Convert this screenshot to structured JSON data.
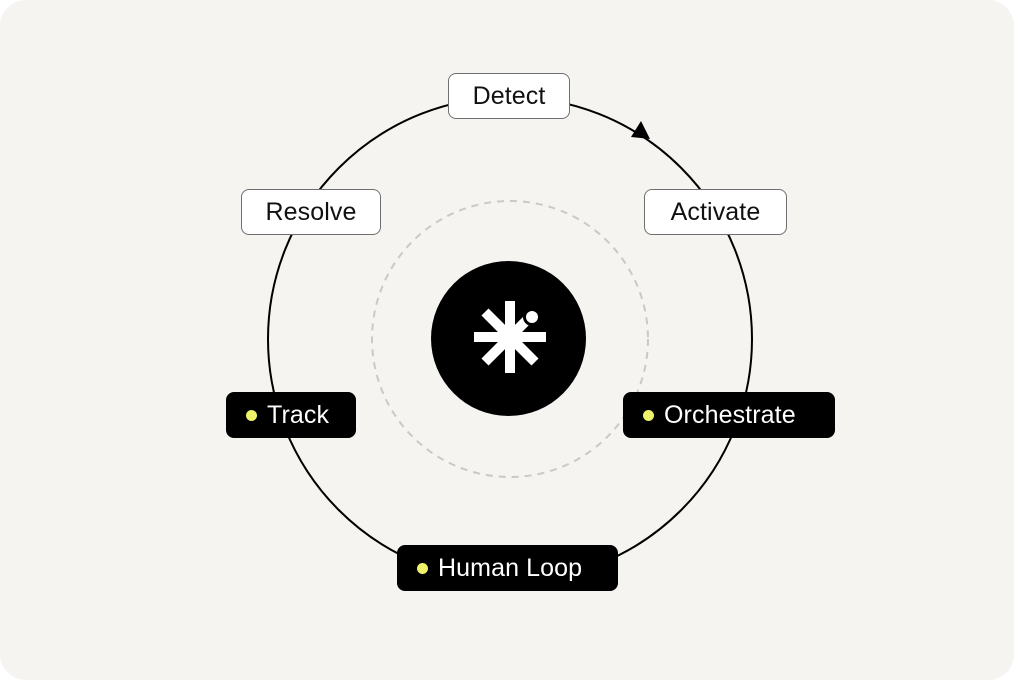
{
  "colors": {
    "background": "#f5f4f0",
    "ring": "#000000",
    "inner_ring_dashed": "#c9c9c5",
    "hub": "#000000",
    "hub_icon": "#ffffff",
    "active_dot": "#eef26a"
  },
  "center": {
    "icon": "asterisk-logo-icon"
  },
  "steps": [
    {
      "label": "Detect",
      "style": "outline",
      "dot": false
    },
    {
      "label": "Activate",
      "style": "outline",
      "dot": false
    },
    {
      "label": "Orchestrate",
      "style": "filled",
      "dot": true
    },
    {
      "label": "Human Loop",
      "style": "filled",
      "dot": true
    },
    {
      "label": "Track",
      "style": "filled",
      "dot": true
    },
    {
      "label": "Resolve",
      "style": "outline",
      "dot": false
    }
  ],
  "flow_direction": "clockwise"
}
